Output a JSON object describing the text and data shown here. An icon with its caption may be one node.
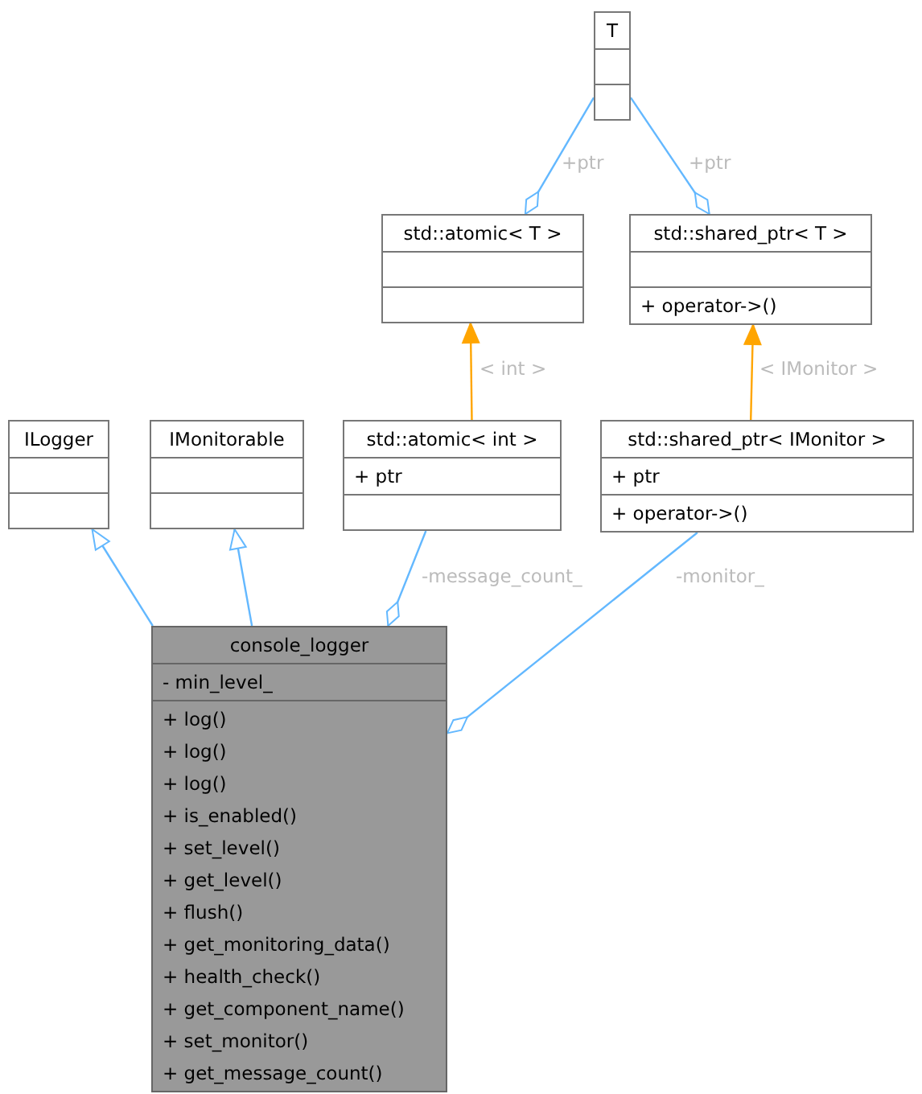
{
  "diagram": {
    "nodes": [
      {
        "text": [
          "T"
        ]
      },
      {
        "text": [
          "std::atomic< T >"
        ]
      },
      {
        "text": [
          "std::shared_ptr< T >",
          "+ operator->()"
        ]
      },
      {
        "text": [
          "ILogger"
        ]
      },
      {
        "text": [
          "IMonitorable"
        ]
      },
      {
        "text": [
          "std::atomic< int >",
          "+ ptr"
        ]
      },
      {
        "text": [
          "std::shared_ptr< IMonitor >",
          "+ ptr",
          "+ operator->()"
        ]
      },
      {
        "text": [
          "console_logger",
          "- min_level_",
          "+ log()",
          "+ log()",
          "+ log()",
          "+ is_enabled()",
          "+ set_level()",
          "+ get_level()",
          "+ flush()",
          "+ get_monitoring_data()",
          "+ health_check()",
          "+ get_component_name()",
          "+ set_monitor()",
          "+ get_message_count()"
        ]
      }
    ],
    "edges": [
      {
        "from": 0,
        "to": 1,
        "arrow": "other",
        "label": "+ptr"
      },
      {
        "from": 0,
        "to": 2,
        "arrow": "other",
        "label": "+ptr"
      },
      {
        "from": 5,
        "to": 1,
        "arrow": "to",
        "label": "< int >",
        "color": "#ffa500"
      },
      {
        "from": 6,
        "to": 2,
        "arrow": "to",
        "label": "< IMonitor >",
        "color": "#ffa500"
      },
      {
        "from": 7,
        "to": 3,
        "arrow": "to"
      },
      {
        "from": 7,
        "to": 4,
        "arrow": "to"
      },
      {
        "from": 5,
        "to": 7,
        "arrow": "other",
        "label": "-message_count_"
      },
      {
        "from": 6,
        "to": 7,
        "arrow": "other",
        "label": "-monitor_"
      }
    ]
  }
}
